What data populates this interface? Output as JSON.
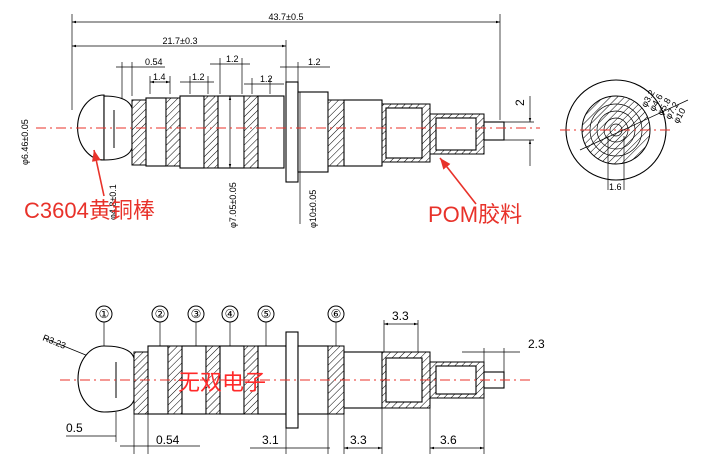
{
  "top_view": {
    "dims": {
      "overall": "43.7±0.5",
      "to_flange": "21.7±0.3",
      "ring_width": "0.54",
      "seg_a": "1.4",
      "seg_b": "1.2",
      "seg_c": "1.2",
      "seg_d": "1.2",
      "flange_t": "1.2",
      "tip_dia": "φ6.46±0.05",
      "neck_dia": "φ4.8±0.1",
      "body_dia": "φ7.05±0.05",
      "flange_dia": "φ10±0.05",
      "pin_h": "2"
    },
    "callout_left": "C3604黄铜棒",
    "callout_right": "POM胶料"
  },
  "end_view": {
    "dims": [
      "φ3.2",
      "φ4.6",
      "φ5.8",
      "φ7.2",
      "φ10"
    ],
    "width": "1.6"
  },
  "bottom_view": {
    "markers": [
      "①",
      "②",
      "③",
      "④",
      "⑤",
      "⑥"
    ],
    "radius": "R3.23",
    "watermark": "无双电子",
    "dims": {
      "step1": "3.3",
      "pin": "2.3",
      "d_05": "0.5",
      "d_054": "0.54",
      "d_31": "3.1",
      "d_33": "3.3",
      "d_36": "3.6"
    }
  }
}
